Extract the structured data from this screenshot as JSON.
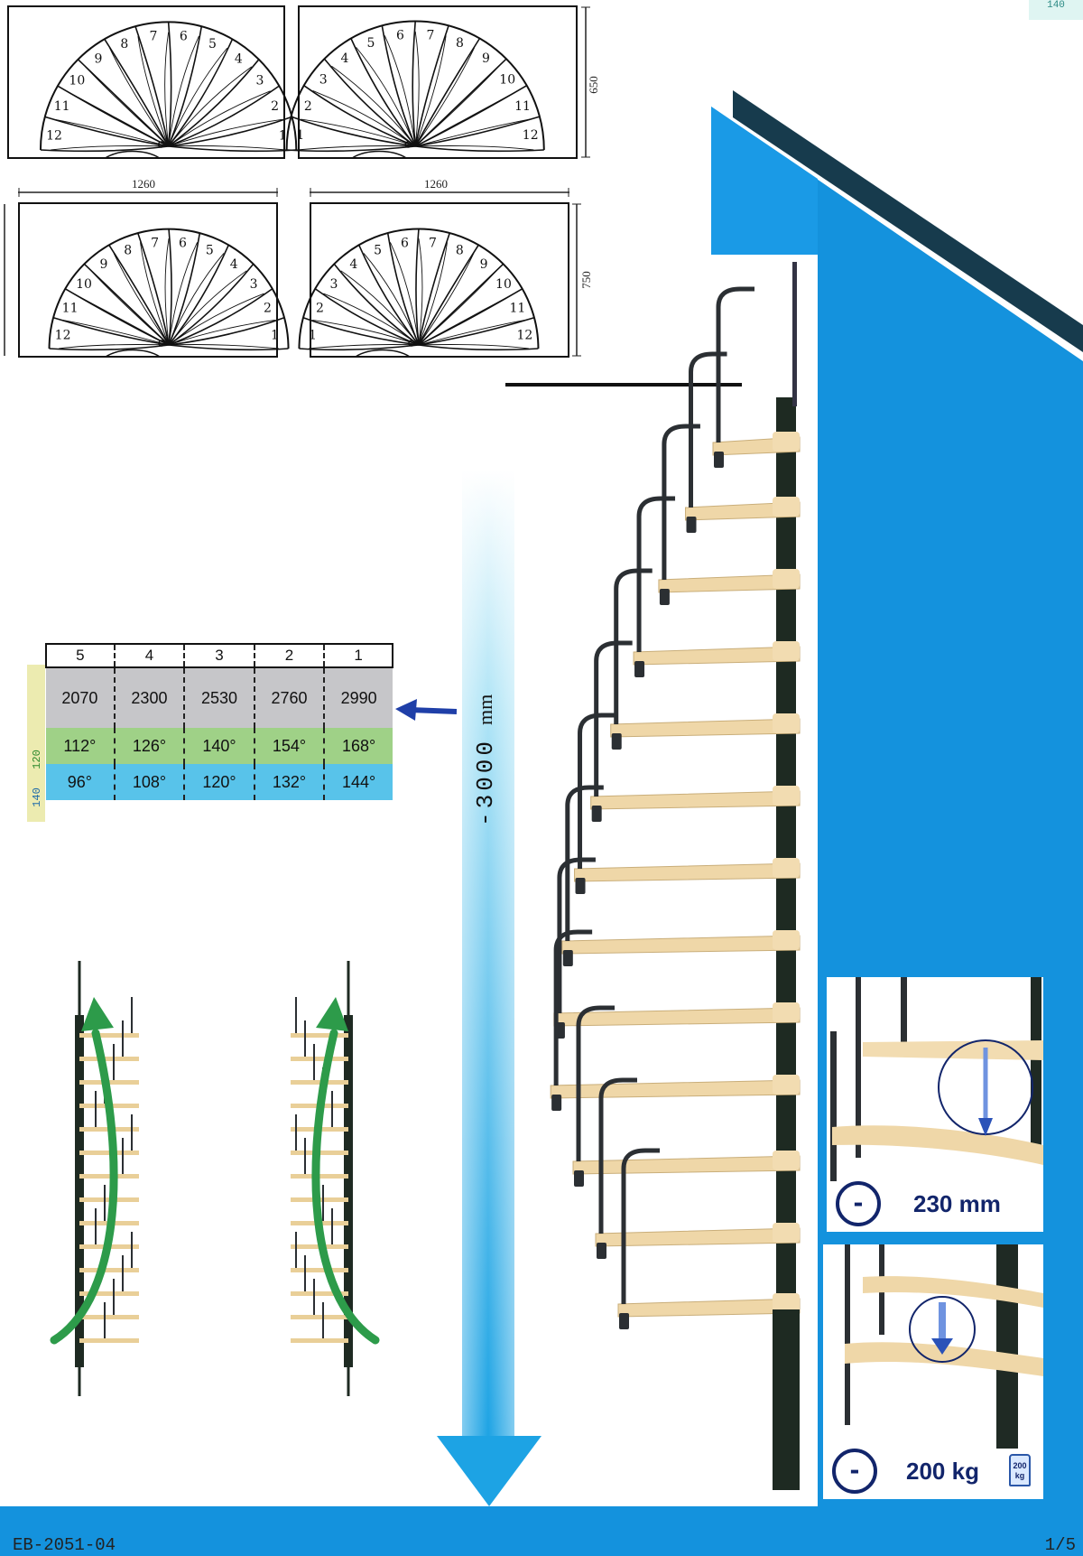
{
  "plans": {
    "width_label": "1260",
    "depth_label_top": "650",
    "depth_label_bottom": "750",
    "step_numbers": [
      "1",
      "2",
      "3",
      "4",
      "5",
      "6",
      "7",
      "8",
      "9",
      "10",
      "11",
      "12"
    ]
  },
  "height_table": {
    "columns": [
      "5",
      "4",
      "3",
      "2",
      "1"
    ],
    "heights": [
      "2070",
      "2300",
      "2530",
      "2760",
      "2990"
    ],
    "angles_120": [
      "112°",
      "126°",
      "140°",
      "154°",
      "168°"
    ],
    "angles_140": [
      "96°",
      "108°",
      "120°",
      "132°",
      "144°"
    ],
    "side_label_120": "120",
    "side_label_140": "140"
  },
  "height_arrow": {
    "value": "-3000",
    "unit": "mm"
  },
  "inset_step": {
    "label": "230 mm",
    "minus": "-"
  },
  "inset_load": {
    "label": "200 kg",
    "minus": "-",
    "icon_text": "200 kg"
  },
  "corner_tab": "140",
  "footer": {
    "code": "EB-2051-04",
    "page": "1/5"
  },
  "colors": {
    "blue": "#1492dd",
    "navy": "#12256b",
    "heights_row": "#c6c6c9",
    "angle_120_row": "#9fd187",
    "angle_140_row": "#58c3ea",
    "green_arrow": "#2d9b4a"
  }
}
